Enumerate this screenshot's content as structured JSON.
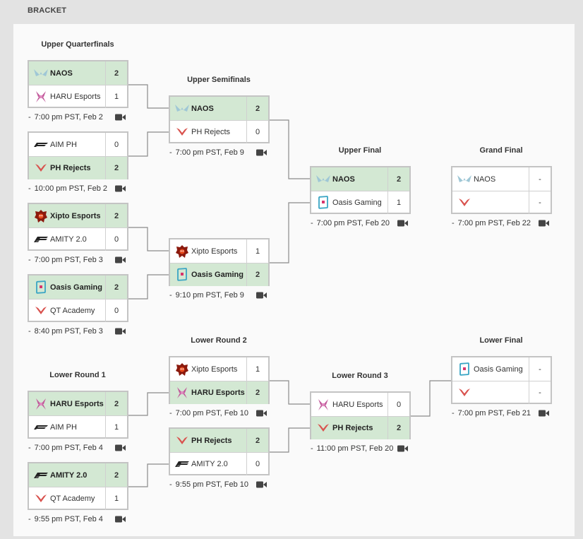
{
  "header": "BRACKET",
  "rounds": [
    {
      "id": "uq",
      "title": "Upper Quarterfinals"
    },
    {
      "id": "us",
      "title": "Upper Semifinals"
    },
    {
      "id": "uf",
      "title": "Upper Final"
    },
    {
      "id": "gf",
      "title": "Grand Final"
    },
    {
      "id": "lr1",
      "title": "Lower Round 1"
    },
    {
      "id": "lr2",
      "title": "Lower Round 2"
    },
    {
      "id": "lr3",
      "title": "Lower Round 3"
    },
    {
      "id": "lf",
      "title": "Lower Final"
    }
  ],
  "matches": [
    {
      "id": "uq1",
      "round": "uq",
      "time": "7:00 pm PST, Feb 2",
      "teams": [
        {
          "name": "NAOS",
          "logo": "naos",
          "score": "2",
          "winner": true
        },
        {
          "name": "HARU Esports",
          "logo": "haru",
          "score": "1",
          "winner": false
        }
      ]
    },
    {
      "id": "uq2",
      "round": "uq",
      "time": "10:00 pm PST, Feb 2",
      "teams": [
        {
          "name": "AIM PH",
          "logo": "aim",
          "score": "0",
          "winner": false
        },
        {
          "name": "PH Rejects",
          "logo": "rejects",
          "score": "2",
          "winner": true
        }
      ]
    },
    {
      "id": "uq3",
      "round": "uq",
      "time": "7:00 pm PST, Feb 3",
      "teams": [
        {
          "name": "Xipto Esports",
          "logo": "xipto",
          "score": "2",
          "winner": true
        },
        {
          "name": "AMITY 2.0",
          "logo": "amity",
          "score": "0",
          "winner": false
        }
      ]
    },
    {
      "id": "uq4",
      "round": "uq",
      "time": "8:40 pm PST, Feb 3",
      "teams": [
        {
          "name": "Oasis Gaming",
          "logo": "oasis",
          "score": "2",
          "winner": true
        },
        {
          "name": "QT Academy",
          "logo": "rejects",
          "score": "0",
          "winner": false
        }
      ]
    },
    {
      "id": "us1",
      "round": "us",
      "time": "7:00 pm PST, Feb 9",
      "teams": [
        {
          "name": "NAOS",
          "logo": "naos",
          "score": "2",
          "winner": true
        },
        {
          "name": "PH Rejects",
          "logo": "rejects",
          "score": "0",
          "winner": false
        }
      ]
    },
    {
      "id": "us2",
      "round": "us",
      "time": "9:10 pm PST, Feb 9",
      "teams": [
        {
          "name": "Xipto Esports",
          "logo": "xipto",
          "score": "1",
          "winner": false
        },
        {
          "name": "Oasis Gaming",
          "logo": "oasis",
          "score": "2",
          "winner": true
        }
      ]
    },
    {
      "id": "uf1",
      "round": "uf",
      "time": "7:00 pm PST, Feb 20",
      "teams": [
        {
          "name": "NAOS",
          "logo": "naos",
          "score": "2",
          "winner": true
        },
        {
          "name": "Oasis Gaming",
          "logo": "oasis",
          "score": "1",
          "winner": false
        }
      ]
    },
    {
      "id": "gf1",
      "round": "gf",
      "time": "7:00 pm PST, Feb 22",
      "teams": [
        {
          "name": "NAOS",
          "logo": "naos",
          "score": "-",
          "winner": false
        },
        {
          "name": "",
          "logo": "rejects",
          "score": "-",
          "winner": false
        }
      ]
    },
    {
      "id": "lr1a",
      "round": "lr1",
      "time": "7:00 pm PST, Feb 4",
      "teams": [
        {
          "name": "HARU Esports",
          "logo": "haru",
          "score": "2",
          "winner": true
        },
        {
          "name": "AIM PH",
          "logo": "aim",
          "score": "1",
          "winner": false
        }
      ]
    },
    {
      "id": "lr1b",
      "round": "lr1",
      "time": "9:55 pm PST, Feb 4",
      "teams": [
        {
          "name": "AMITY 2.0",
          "logo": "amity",
          "score": "2",
          "winner": true
        },
        {
          "name": "QT Academy",
          "logo": "rejects",
          "score": "1",
          "winner": false
        }
      ]
    },
    {
      "id": "lr2a",
      "round": "lr2",
      "time": "7:00 pm PST, Feb 10",
      "teams": [
        {
          "name": "Xipto Esports",
          "logo": "xipto",
          "score": "1",
          "winner": false
        },
        {
          "name": "HARU Esports",
          "logo": "haru",
          "score": "2",
          "winner": true
        }
      ]
    },
    {
      "id": "lr2b",
      "round": "lr2",
      "time": "9:55 pm PST, Feb 10",
      "teams": [
        {
          "name": "PH Rejects",
          "logo": "rejects",
          "score": "2",
          "winner": true
        },
        {
          "name": "AMITY 2.0",
          "logo": "amity",
          "score": "0",
          "winner": false
        }
      ]
    },
    {
      "id": "lr3a",
      "round": "lr3",
      "time": "11:00 pm PST, Feb 20",
      "teams": [
        {
          "name": "HARU Esports",
          "logo": "haru",
          "score": "0",
          "winner": false
        },
        {
          "name": "PH Rejects",
          "logo": "rejects",
          "score": "2",
          "winner": true
        }
      ]
    },
    {
      "id": "lf1",
      "round": "lf",
      "time": "7:00 pm PST, Feb 21",
      "teams": [
        {
          "name": "Oasis Gaming",
          "logo": "oasis",
          "score": "-",
          "winner": false
        },
        {
          "name": "",
          "logo": "rejects",
          "score": "-",
          "winner": false
        }
      ]
    }
  ],
  "colors": {
    "winner_bg": "#d3e8d3",
    "border": "#c4c4c4",
    "connector": "#8a8a8a",
    "panel": "#fafafa",
    "page": "#e3e3e3"
  }
}
